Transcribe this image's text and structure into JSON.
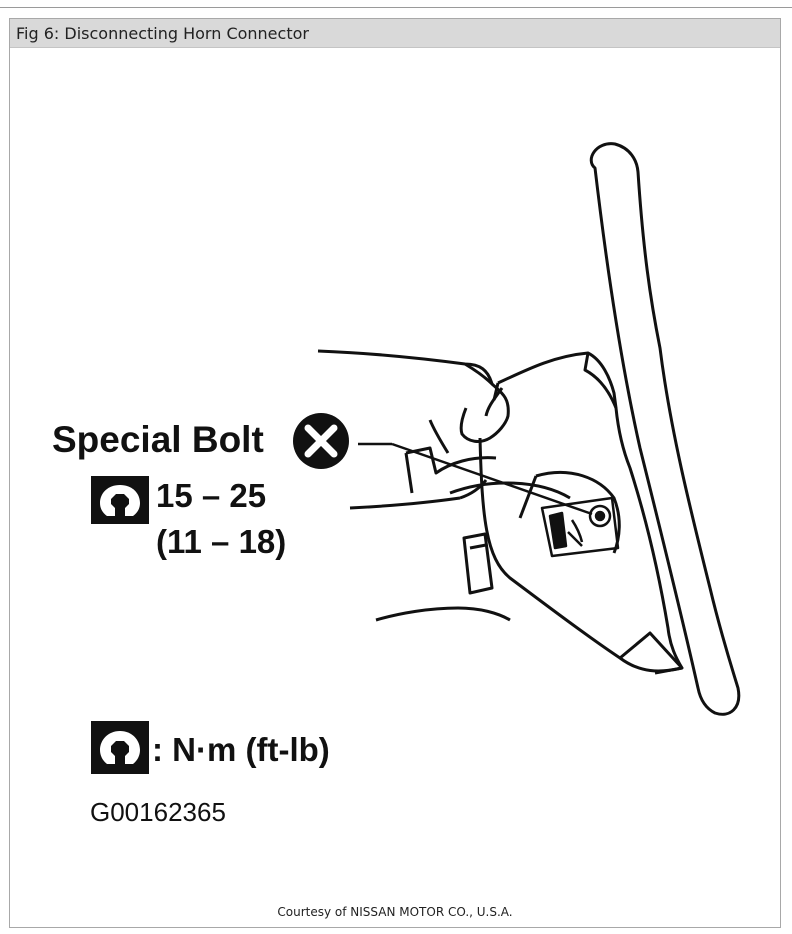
{
  "figure": {
    "caption": "Fig 6: Disconnecting Horn Connector",
    "callout_label": "Special Bolt",
    "torque_range_nm": "15 – 25",
    "torque_range_ftlb": "(11 – 18)",
    "legend_units": ": N·m (ft-lb)",
    "figure_code": "G00162365",
    "courtesy": "Courtesy of NISSAN MOTOR CO., U.S.A.",
    "icons": {
      "torque": "torque-wrench-icon",
      "special_bolt": "circled-x-icon"
    }
  }
}
